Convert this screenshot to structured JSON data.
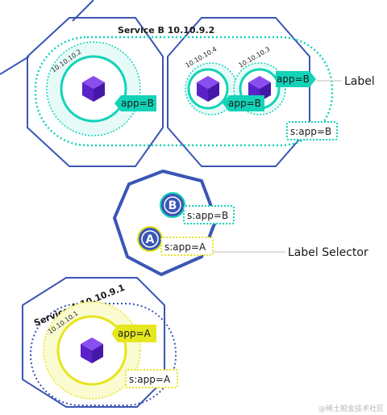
{
  "service_b": {
    "title": "Service B 10.10.9.2"
  },
  "service_a": {
    "title": "Service A  10.10.9.1"
  },
  "pods": {
    "left_b_ip": "10.10.10.2",
    "mid_b1_ip": "10.10.10.4",
    "mid_b2_ip": "10.10.10.3",
    "a_ip": "10.10.10.1"
  },
  "tags": {
    "app_b": "app=B",
    "app_a": "app=A",
    "sapp_b": "s:app=B",
    "sapp_a": "s:app=A"
  },
  "selector": {
    "b_letter": "B",
    "a_letter": "A"
  },
  "annotations": {
    "label": "Label",
    "label_selector": "Label Selector"
  },
  "watermark": "@稀土掘金技术社区",
  "colors": {
    "hex_blue": "#3b56b5",
    "teal": "#12d3b8",
    "teal_light": "#e6fbf8",
    "yellow": "#e6e61e",
    "yellow_light": "#fbfbd2",
    "purple": "#6a2fd6",
    "purple_dark": "#3a1490"
  }
}
